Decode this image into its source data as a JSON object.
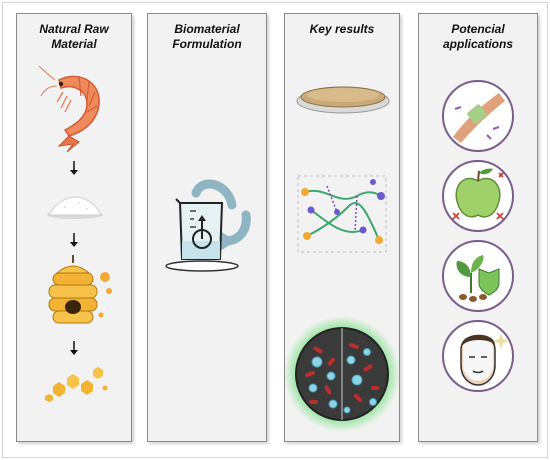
{
  "panels": [
    {
      "title_lines": [
        "Natural Raw",
        "Material"
      ]
    },
    {
      "title_lines": [
        "Biomaterial",
        "Formulation"
      ]
    },
    {
      "title_lines": [
        "Key results"
      ]
    },
    {
      "title_lines": [
        "Potencial",
        "applications"
      ]
    }
  ],
  "icons": {
    "raw_material": [
      "shrimp-icon",
      "powder-pile-icon",
      "beehive-icon",
      "honeycomb-cells-icon"
    ],
    "formulation": [
      "beaker-stirring-icon"
    ],
    "results": [
      "film-disc-icon",
      "polymer-network-icon",
      "bacteria-petri-dish-icon"
    ],
    "applications": [
      "wound-dressing-arm-icon",
      "apple-coating-icon",
      "plant-protection-icon",
      "face-mask-icon"
    ]
  },
  "colors": {
    "panel_bg": "#f2f2f2",
    "panel_border": "#8a8a8a",
    "shrimp": "#f08a5d",
    "honey": "#f2b233",
    "glow": "#39d64a",
    "circle_border": "#7a5d8c",
    "beaker_arrow": "#8fb4c4"
  }
}
